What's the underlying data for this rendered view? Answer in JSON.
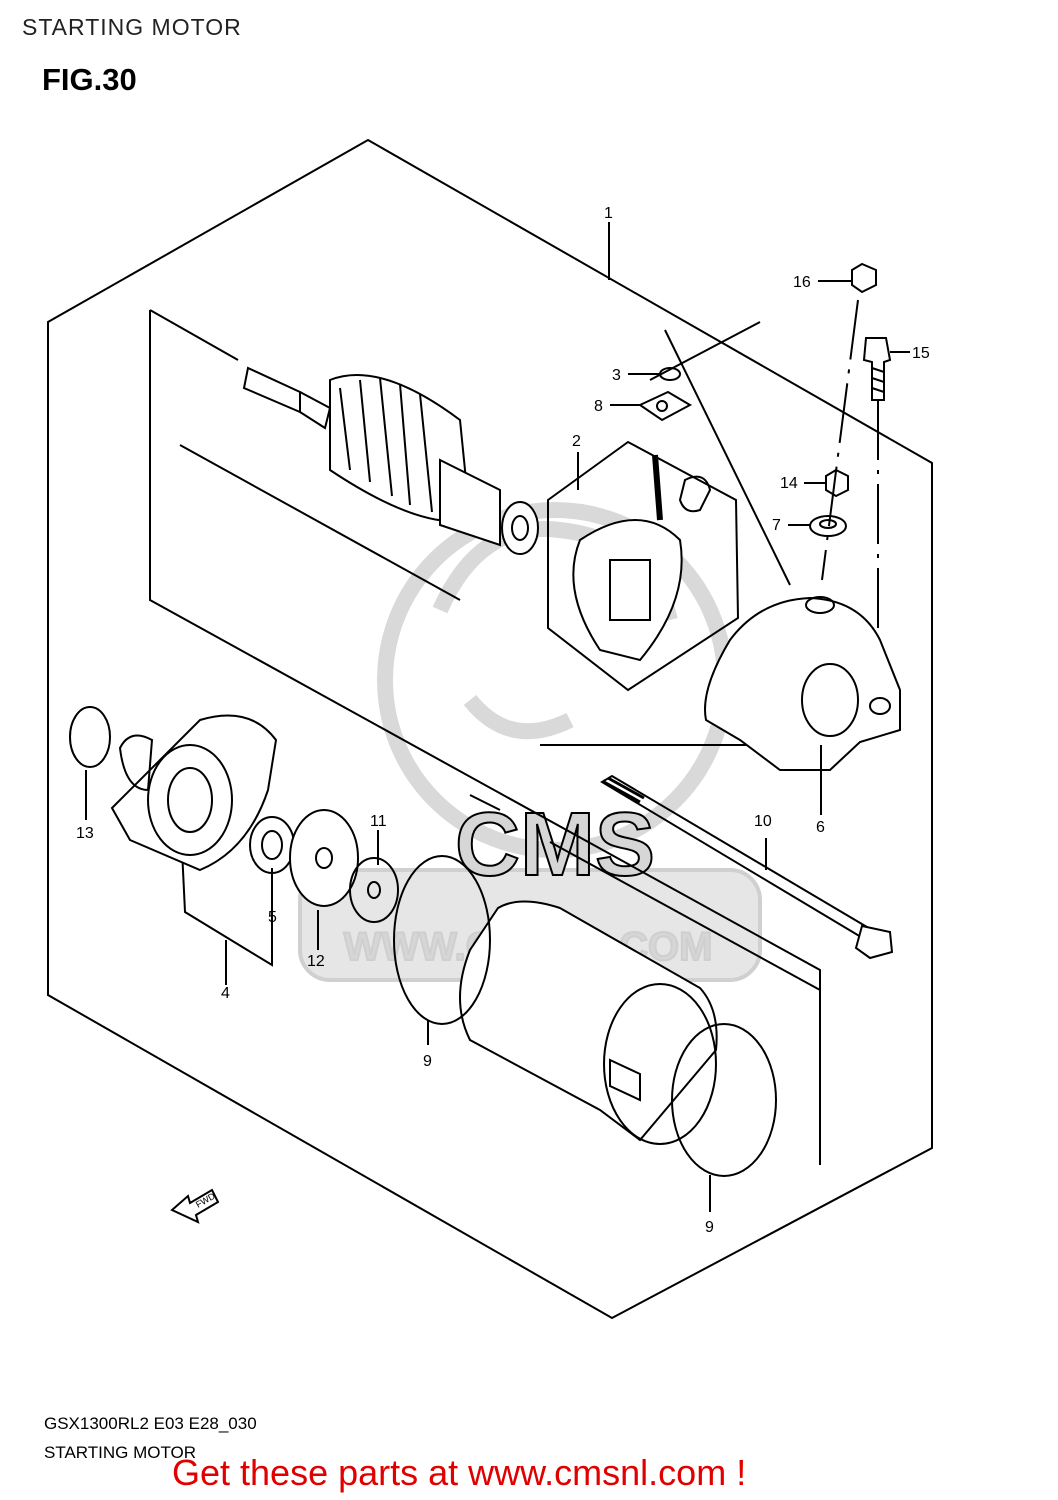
{
  "header": {
    "title": "STARTING MOTOR",
    "figure": "FIG.30"
  },
  "watermark": {
    "logo": "CMS",
    "url": "WWW.CMSNL.COM"
  },
  "callouts": [
    "1",
    "2",
    "3",
    "4",
    "5",
    "6",
    "7",
    "8",
    "9",
    "9",
    "10",
    "11",
    "12",
    "13",
    "14",
    "15",
    "16"
  ],
  "fwd_label": "FWD",
  "footer": {
    "code": "GSX1300RL2 E03 E28_030",
    "name": "STARTING MOTOR"
  },
  "cta": {
    "text": "Get these parts at www.cmsnl.com !",
    "color": "#e00000"
  }
}
